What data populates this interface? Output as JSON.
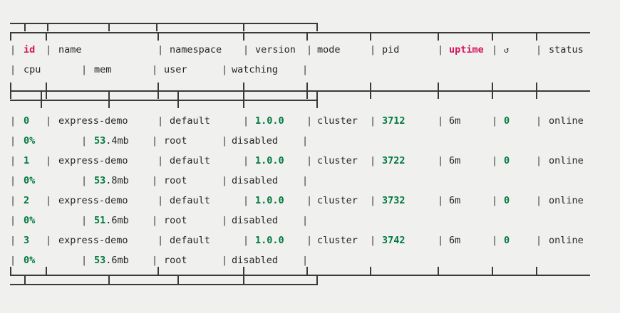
{
  "terminal": {
    "background": "#f0f0ef",
    "foreground": "#252525",
    "accent_green": "#00793e",
    "accent_crimson": "#d4145a",
    "rule_color": "#3a3a3a"
  },
  "table": {
    "headers_primary": [
      {
        "label": "id",
        "color": "crimson"
      },
      {
        "label": "name",
        "color": "plain"
      },
      {
        "label": "namespace",
        "color": "plain"
      },
      {
        "label": "version",
        "color": "plain"
      },
      {
        "label": "mode",
        "color": "plain"
      },
      {
        "label": "pid",
        "color": "plain"
      },
      {
        "label": "uptime",
        "color": "crimson"
      },
      {
        "label": "↺",
        "color": "plain"
      },
      {
        "label": "status",
        "color": "plain"
      }
    ],
    "headers_secondary": [
      {
        "label": "cpu",
        "color": "plain"
      },
      {
        "label": "mem",
        "color": "plain"
      },
      {
        "label": "user",
        "color": "plain"
      },
      {
        "label": "watching",
        "color": "plain"
      }
    ],
    "rows": [
      {
        "id": "0",
        "name": "express-demo",
        "namespace": "default",
        "version": "1.0.0",
        "mode": "cluster",
        "pid": "3712",
        "uptime": "6m",
        "restarts": "0",
        "status": "online",
        "cpu": "0%",
        "mem_value": "53",
        "mem_unit": ".4mb",
        "user": "root",
        "watching": "disabled"
      },
      {
        "id": "1",
        "name": "express-demo",
        "namespace": "default",
        "version": "1.0.0",
        "mode": "cluster",
        "pid": "3722",
        "uptime": "6m",
        "restarts": "0",
        "status": "online",
        "cpu": "0%",
        "mem_value": "53",
        "mem_unit": ".8mb",
        "user": "root",
        "watching": "disabled"
      },
      {
        "id": "2",
        "name": "express-demo",
        "namespace": "default",
        "version": "1.0.0",
        "mode": "cluster",
        "pid": "3732",
        "uptime": "6m",
        "restarts": "0",
        "status": "online",
        "cpu": "0%",
        "mem_value": "51",
        "mem_unit": ".6mb",
        "user": "root",
        "watching": "disabled"
      },
      {
        "id": "3",
        "name": "express-demo",
        "namespace": "default",
        "version": "1.0.0",
        "mode": "cluster",
        "pid": "3742",
        "uptime": "6m",
        "restarts": "0",
        "status": "online",
        "cpu": "0%",
        "mem_value": "53",
        "mem_unit": ".6mb",
        "user": "root",
        "watching": "disabled"
      }
    ]
  },
  "glyphs": {
    "pipe": "|",
    "restart_icon": "↺"
  }
}
